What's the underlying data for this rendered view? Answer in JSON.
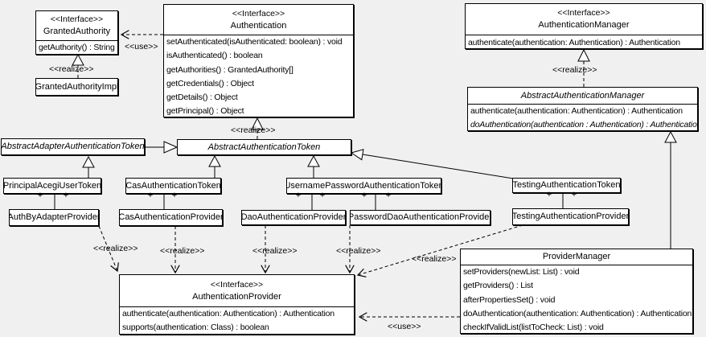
{
  "diagram": {
    "background_color": "#f0f0f0",
    "box_fill_color": "#ffffff",
    "line_color": "#000000"
  },
  "edge_labels": {
    "use": "<<use>>",
    "realize": "<<realize>>",
    "plus": "+"
  },
  "classes": {
    "granted_authority": {
      "stereotype": "<<Interface>>",
      "name": "GrantedAuthority",
      "methods": [
        "getAuthority() : String"
      ]
    },
    "authentication": {
      "stereotype": "<<Interface>>",
      "name": "Authentication",
      "methods": [
        "setAuthenticated(isAuthenticated: boolean) : void",
        "isAuthenticated() : boolean",
        "getAuthorities() : GrantedAuthority[]",
        "getCredentials() : Object",
        "getDetails() : Object",
        "getPrincipal() : Object"
      ]
    },
    "authentication_manager": {
      "stereotype": "<<Interface>>",
      "name": "AuthenticationManager",
      "methods": [
        "authenticate(authentication: Authentication) : Authentication"
      ]
    },
    "granted_authority_impl": {
      "name": "GrantedAuthorityImpl"
    },
    "abstract_authentication_manager": {
      "name": "AbstractAuthenticationManager",
      "methods": [
        "authenticate(authentication: Authentication) : Authentication",
        "doAuthentication(authentication : Authentication) : Authentication"
      ]
    },
    "abstract_adapter_authentication_token": {
      "name": "AbstractAdapterAuthenticationToken"
    },
    "abstract_authentication_token": {
      "name": "AbstractAuthenticationToken"
    },
    "principal_acegi_user_token": {
      "name": "PrincipalAcegiUserToken"
    },
    "cas_authentication_token": {
      "name": "CasAuthenticationToken"
    },
    "username_password_authentication_token": {
      "name": "UsernamePasswordAuthenticationToken"
    },
    "testing_authentication_token": {
      "name": "TestingAuthenticationToken"
    },
    "auth_by_adapter_provider": {
      "name": "AuthByAdapterProvider"
    },
    "cas_authentication_provider": {
      "name": "CasAuthenticationProvider"
    },
    "dao_authentication_provider": {
      "name": "DaoAuthenticationProvider"
    },
    "password_dao_authentication_provider": {
      "name": "PasswordDaoAuthenticationProvider"
    },
    "testing_authentication_provider": {
      "name": "TestingAuthenticationProvider"
    },
    "authentication_provider": {
      "stereotype": "<<Interface>>",
      "name": "AuthenticationProvider",
      "methods": [
        "authenticate(authentication: Authentication) : Authentication",
        "supports(authentication: Class) : boolean"
      ]
    },
    "provider_manager": {
      "name": "ProviderManager",
      "methods": [
        "setProviders(newList: List) : void",
        "getProviders() : List",
        "afterPropertiesSet() : void",
        "doAuthentication(authentication: Authentication) : Authentication",
        "checkIfValidList(listToCheck: List) : void"
      ]
    }
  }
}
